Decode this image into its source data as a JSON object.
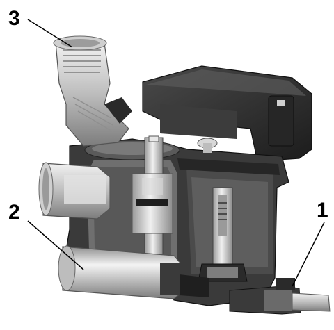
{
  "callouts": [
    {
      "id": "1",
      "label": "1"
    },
    {
      "id": "2",
      "label": "2"
    },
    {
      "id": "3",
      "label": "3"
    }
  ],
  "colors": {
    "dark_body": "#2e2e2e",
    "mid_shade": "#6a6a6a",
    "light_metal": "#cfcfcf",
    "highlight": "#efefef",
    "leader_line": "#000000"
  }
}
